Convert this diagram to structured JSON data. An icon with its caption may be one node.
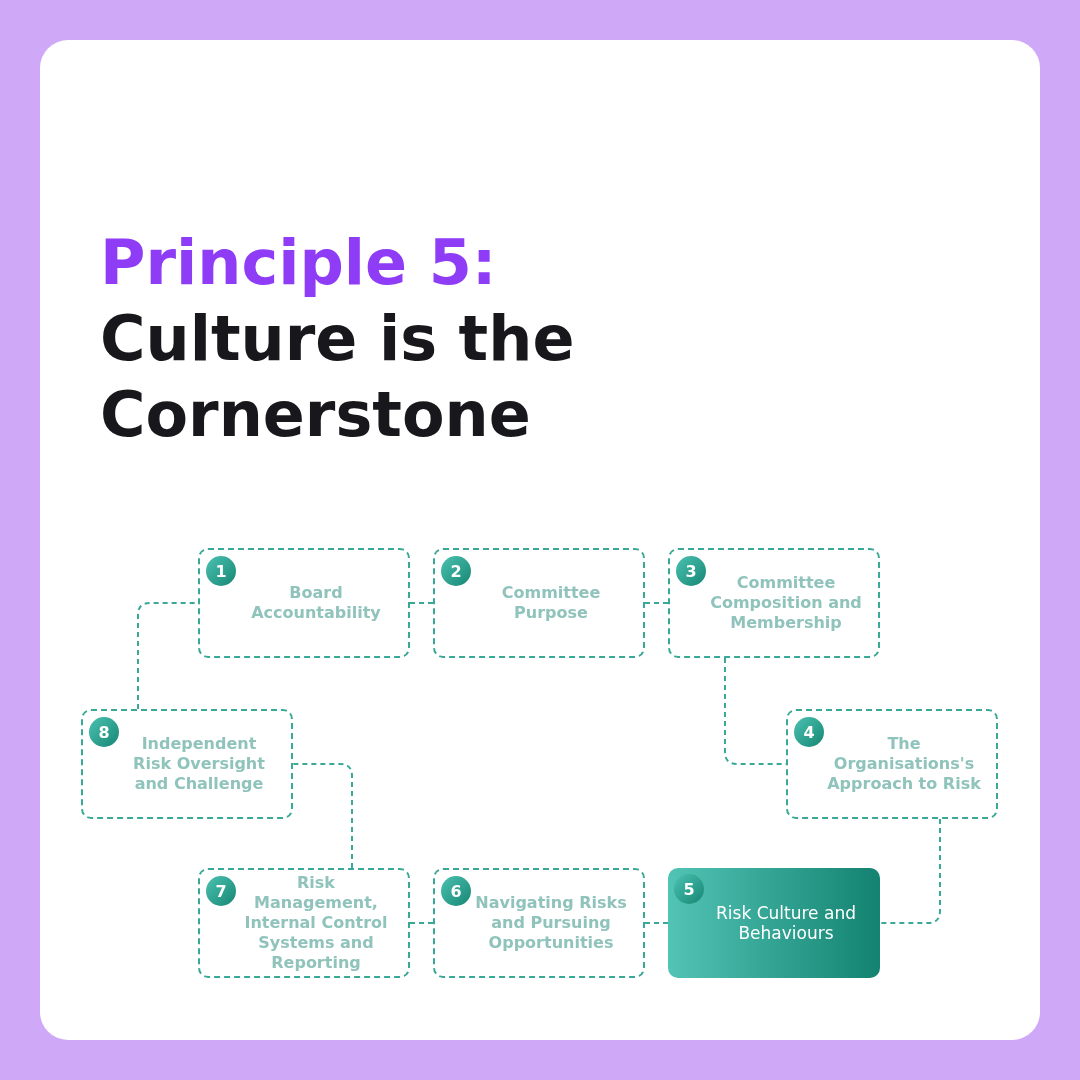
{
  "diagram": {
    "title": "Principle 5:",
    "nodes": [
      {
        "text": [
          "1",
          "Board Accountability"
        ]
      },
      {
        "text": [
          "2",
          "Committee Purpose"
        ]
      },
      {
        "text": [
          "3",
          "Committee Composition and Membership"
        ]
      },
      {
        "text": [
          "4",
          "The Organisations's Approach to Risk"
        ]
      },
      {
        "text": [
          "5",
          "Risk Culture and Behaviours"
        ]
      },
      {
        "text": [
          "6",
          "Navigating Risks and Pursuing Opportunities"
        ]
      },
      {
        "text": [
          "7",
          "Risk Management, Internal Control Systems and Reporting"
        ]
      },
      {
        "text": [
          "8",
          "Independent Risk Oversight and Challenge"
        ]
      }
    ],
    "edges": [
      {
        "from": 0,
        "to": 1,
        "arrow": "none",
        "style": "dashed"
      },
      {
        "from": 1,
        "to": 2,
        "arrow": "none",
        "style": "dashed"
      },
      {
        "from": 2,
        "to": 3,
        "arrow": "none",
        "style": "dashed"
      },
      {
        "from": 3,
        "to": 4,
        "arrow": "none",
        "style": "dashed"
      },
      {
        "from": 4,
        "to": 5,
        "arrow": "none",
        "style": "dashed"
      },
      {
        "from": 5,
        "to": 6,
        "arrow": "none",
        "style": "dashed"
      },
      {
        "from": 6,
        "to": 7,
        "arrow": "none",
        "style": "dashed"
      },
      {
        "from": 7,
        "to": 0,
        "arrow": "none",
        "style": "dashed"
      }
    ],
    "labels": [
      "Culture is the Cornerstone"
    ]
  }
}
